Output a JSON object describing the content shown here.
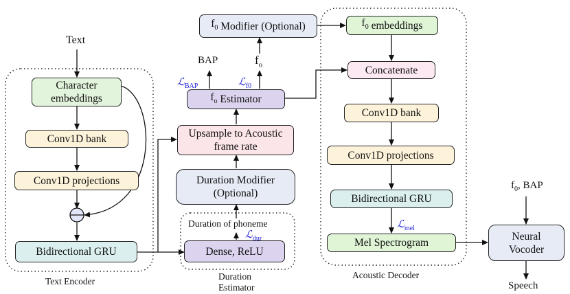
{
  "text_encoder": {
    "label": "Text Encoder",
    "input": "Text",
    "char_embeddings": "Character embeddings",
    "conv1d_bank": "Conv1D bank",
    "conv1d_proj": "Conv1D projections",
    "bigru": "Bidirectional GRU"
  },
  "duration_estimator": {
    "label_line1": "Duration",
    "label_line2": "Estimator",
    "dense": "Dense, ReLU",
    "phoneme_duration": "Duration of phoneme",
    "loss": "dur"
  },
  "middle": {
    "duration_modifier": "Duration Modifier (Optional)",
    "upsample": "Upsample to Acoustic frame rate",
    "f0_estimator": "Estimator",
    "f0_modifier": "Modifier (Optional)",
    "bap": "BAP",
    "f0_out": "f",
    "f0_out_sub": "o",
    "loss_bap": "BAP",
    "loss_f0": "f0"
  },
  "acoustic_decoder": {
    "label": "Acoustic Decoder",
    "f0_embeddings": "embeddings",
    "concatenate": "Concatenate",
    "conv1d_bank": "Conv1D bank",
    "conv1d_proj": "Conv1D projections",
    "bigru": "Bidirectional GRU",
    "mel": "Mel Spectrogram",
    "loss": "mel"
  },
  "vocoder": {
    "label": "Neural Vocoder",
    "input": ", BAP",
    "output": "Speech"
  },
  "colors": {
    "green": "#e3f4dc",
    "yellow": "#fdf3da",
    "blue": "#dcefef",
    "purple": "#dcd3ee",
    "pink": "#fbe5e8",
    "gray": "#e6ebf5",
    "loss": "#1a1ad6"
  }
}
